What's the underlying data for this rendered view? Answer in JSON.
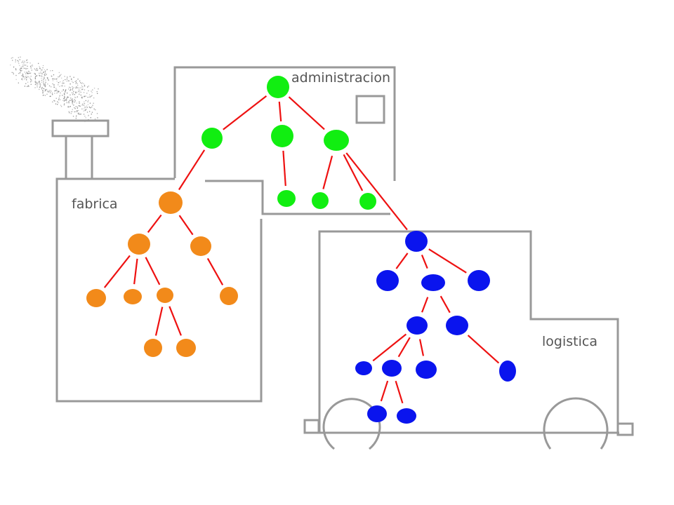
{
  "labels": {
    "administracion": "administracion",
    "fabrica": "fabrica",
    "logistica": "logistica"
  },
  "colors": {
    "administracion": "#11ee11",
    "fabrica": "#f28a1a",
    "logistica": "#0a14ee",
    "edge": "#ee1111",
    "outline": "#999999",
    "label": "#555555",
    "smoke": "#888888"
  },
  "icons": [
    "smoke-icon",
    "chimney-icon",
    "window-icon",
    "wheel-icon",
    "bumper-icon"
  ]
}
